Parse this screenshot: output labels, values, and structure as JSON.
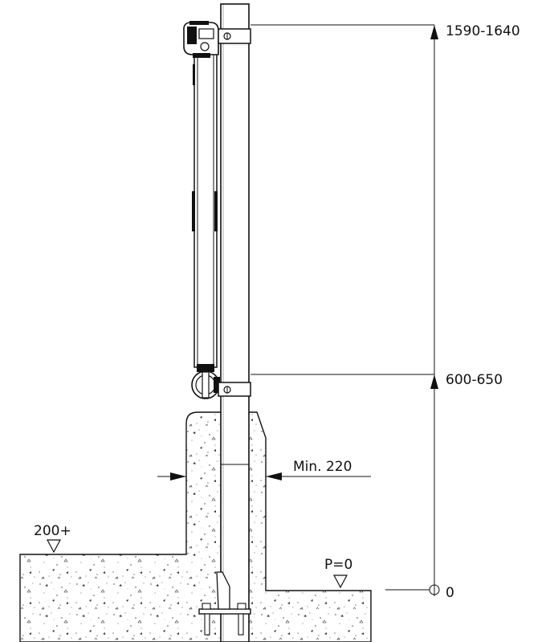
{
  "labels": {
    "top_height": "1590-1640",
    "mid_height": "600-650",
    "zero": "0",
    "min_width": "Min. 220",
    "ground_left": "200+",
    "ground_ref": "P=0"
  },
  "colors": {
    "line": "#111111",
    "background": "#ffffff",
    "concrete_speckle": "#333333"
  }
}
